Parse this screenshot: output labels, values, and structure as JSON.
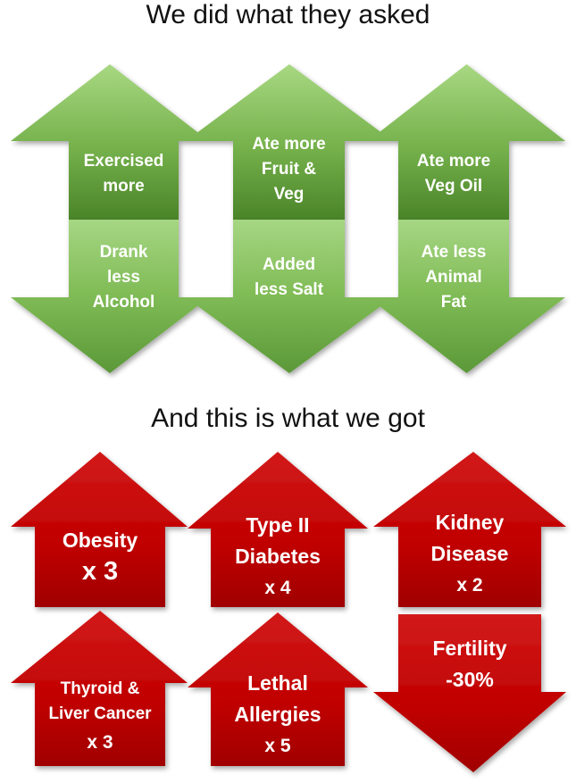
{
  "title_top": "We did what they asked",
  "title_bottom": "And this is what we got",
  "green_up": [
    {
      "lines": [
        "Exercised",
        "more"
      ]
    },
    {
      "lines": [
        "Ate more",
        "Fruit &",
        "Veg"
      ]
    },
    {
      "lines": [
        "Ate more",
        "Veg Oil"
      ]
    }
  ],
  "green_down": [
    {
      "lines": [
        "Drank",
        "less",
        "Alcohol"
      ]
    },
    {
      "lines": [
        "Added",
        "less Salt"
      ]
    },
    {
      "lines": [
        "Ate less",
        "Animal",
        "Fat"
      ]
    }
  ],
  "red_arrows": [
    {
      "lines": [
        "Obesity",
        "x 3"
      ],
      "direction": "up"
    },
    {
      "lines": [
        "Type II",
        "Diabetes",
        "x 4"
      ],
      "direction": "up"
    },
    {
      "lines": [
        "Kidney",
        "Disease",
        "x 2"
      ],
      "direction": "up"
    },
    {
      "lines": [
        "Thyroid &",
        "Liver Cancer",
        "x 3"
      ],
      "direction": "up"
    },
    {
      "lines": [
        "Lethal",
        "Allergies",
        "x 5"
      ],
      "direction": "up"
    },
    {
      "lines": [
        "Fertility",
        "-30%"
      ],
      "direction": "down"
    }
  ],
  "colors": {
    "green_dark": "#4f8a2f",
    "green_light": "#9ccf76",
    "red": "#c00000",
    "red_dark": "#8b0000"
  }
}
